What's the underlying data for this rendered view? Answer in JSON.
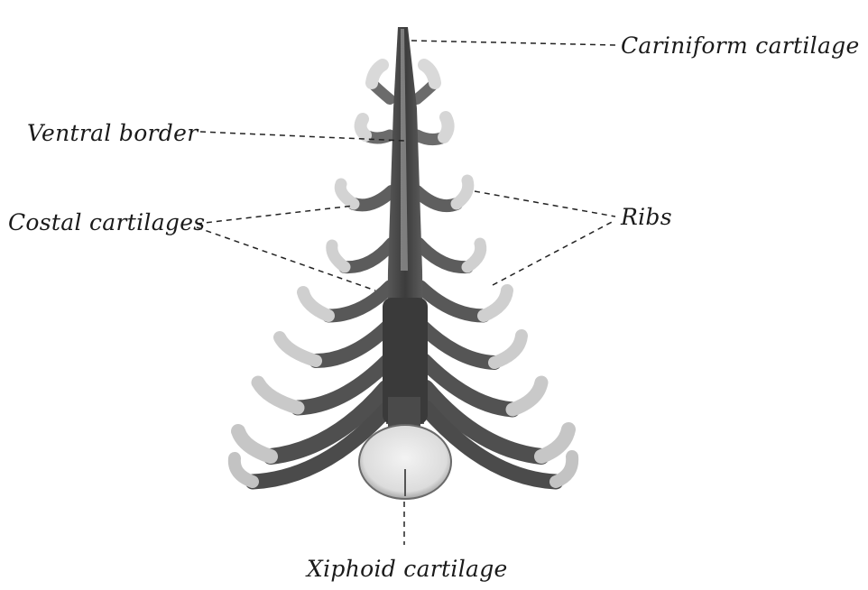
{
  "figure": {
    "labels": {
      "cariniform": "Cariniform cartilage",
      "ventral_border": "Ventral border",
      "costal_cartilages": "Costal cartilages",
      "ribs": "Ribs",
      "xiphoid": "Xiphoid cartilage"
    }
  }
}
